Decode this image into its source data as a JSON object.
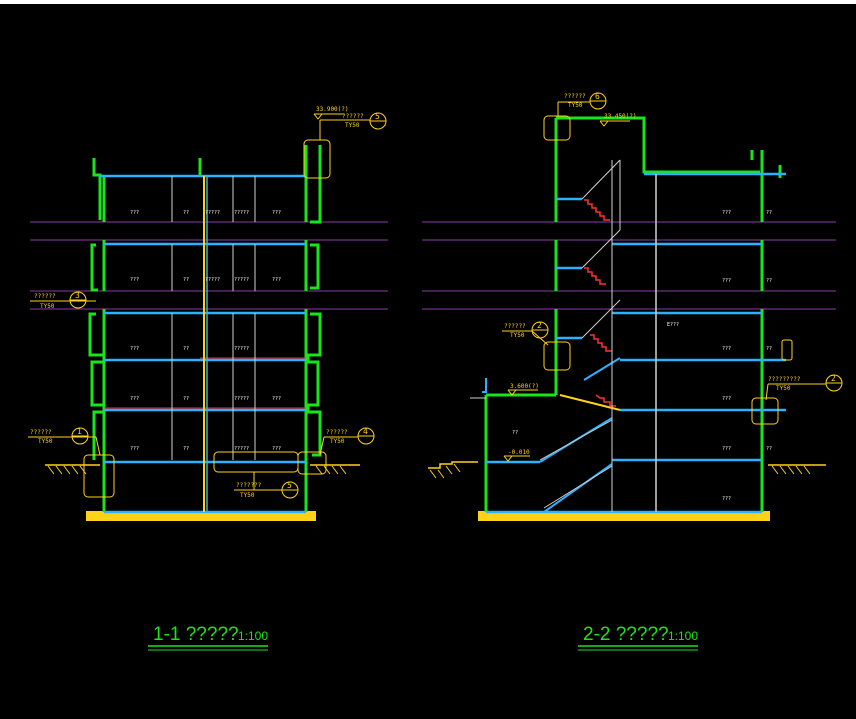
{
  "colors": {
    "background": "#000000",
    "wall": "#19e619",
    "slab": "#2ab2ff",
    "ground": "#ffd21a",
    "annotation": "#ffd21a",
    "room_text": "#ffffff",
    "floor_line": "#8a3ea8",
    "stair": "#ff3030",
    "title": "#19e619"
  },
  "section_1": {
    "title": "1-1 ?????",
    "scale": "1:100",
    "top_elev": "33.900(?)",
    "detail_notes": [
      {
        "line1": "??????",
        "line2": "TY50",
        "num": "5"
      },
      {
        "line1": "??????",
        "line2": "TY50",
        "num": "3"
      },
      {
        "line1": "??????",
        "line2": "TY50",
        "num": "1"
      },
      {
        "line1": "??????",
        "line2": "TY50",
        "num": "4"
      },
      {
        "line1": "???????",
        "line2": "TY50",
        "num": "5"
      }
    ],
    "room_labels": [
      "???",
      "??",
      "?????",
      "?????",
      "???"
    ]
  },
  "section_2": {
    "title": "2-2 ?????",
    "scale": "1:100",
    "top_elev": "33.450(?)",
    "mid_elev": "3.600(?)",
    "ground_elev": "-0.010",
    "detail_notes": [
      {
        "line1": "??????",
        "line2": "TY50",
        "num": "6"
      },
      {
        "line1": "??????",
        "line2": "TY50",
        "num": "2"
      },
      {
        "line1": "?????????",
        "line2": "TY50",
        "num": "2"
      }
    ],
    "room_labels": [
      "???",
      "??",
      "E???",
      "??",
      "???"
    ]
  }
}
